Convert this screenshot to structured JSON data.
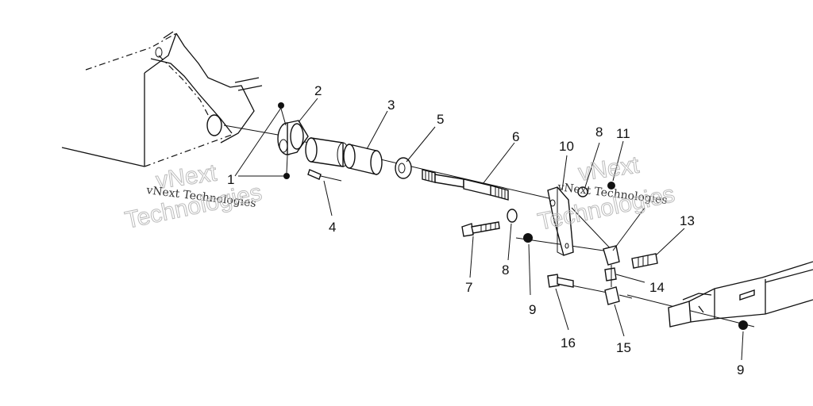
{
  "callouts": {
    "c1": "1",
    "c2": "2",
    "c3": "3",
    "c4": "4",
    "c5": "5",
    "c6": "6",
    "c7": "7",
    "c8a": "8",
    "c8b": "8",
    "c9a": "9",
    "c9b": "9",
    "c10": "10",
    "c11": "11",
    "c13": "13",
    "c14": "14",
    "c15": "15",
    "c16": "16"
  },
  "watermarks": {
    "left_small": "vNext Technologies",
    "left_big": "Technologies",
    "left_top": "vNext",
    "right_small": "vNext Technologies",
    "right_big": "Technologies",
    "right_top": "vNext"
  }
}
